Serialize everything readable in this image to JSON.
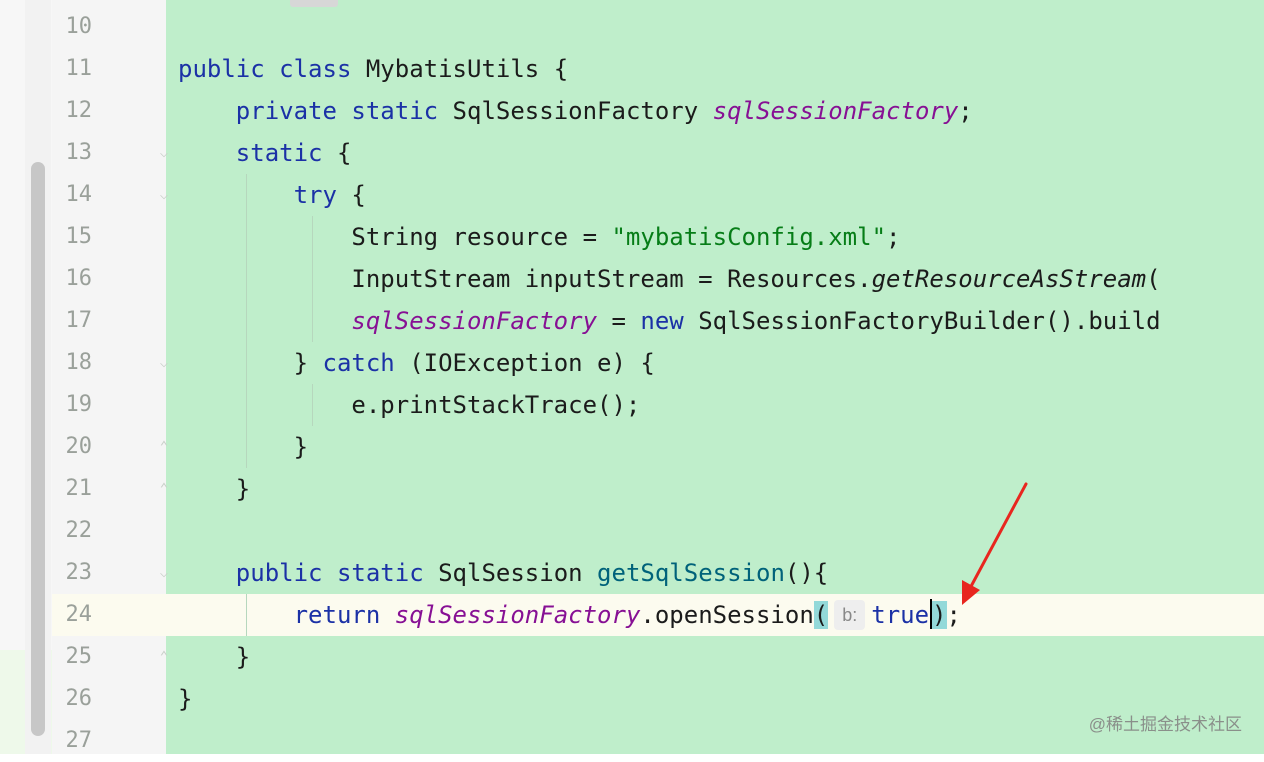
{
  "editor": {
    "lines": [
      {
        "num": "10",
        "code": [
          ""
        ]
      },
      {
        "num": "11",
        "code": [
          "public class MybatisUtils {"
        ]
      },
      {
        "num": "12",
        "code": [
          "    private static SqlSessionFactory sqlSessionFactory;"
        ]
      },
      {
        "num": "13",
        "code": [
          "    static {"
        ]
      },
      {
        "num": "14",
        "code": [
          "        try {"
        ]
      },
      {
        "num": "15",
        "code": [
          "            String resource = \"mybatisConfig.xml\";"
        ]
      },
      {
        "num": "16",
        "code": [
          "            InputStream inputStream = Resources.getResourceAsStream("
        ]
      },
      {
        "num": "17",
        "code": [
          "            sqlSessionFactory = new SqlSessionFactoryBuilder().build"
        ]
      },
      {
        "num": "18",
        "code": [
          "        } catch (IOException e) {"
        ]
      },
      {
        "num": "19",
        "code": [
          "            e.printStackTrace();"
        ]
      },
      {
        "num": "20",
        "code": [
          "        }"
        ]
      },
      {
        "num": "21",
        "code": [
          "    }"
        ]
      },
      {
        "num": "22",
        "code": [
          ""
        ]
      },
      {
        "num": "23",
        "code": [
          "    public static SqlSession getSqlSession(){"
        ]
      },
      {
        "num": "24",
        "code": [
          "        return sqlSessionFactory.openSession( b: true);"
        ]
      },
      {
        "num": "25",
        "code": [
          "    }"
        ]
      },
      {
        "num": "26",
        "code": [
          "}"
        ]
      },
      {
        "num": "27",
        "code": [
          ""
        ]
      }
    ],
    "tokens": {
      "l11_kw1": "public",
      "l11_kw2": "class",
      "l11_rest": " MybatisUtils {",
      "l12_kw1": "private",
      "l12_kw2": "static",
      "l12_type": " SqlSessionFactory ",
      "l12_fld": "sqlSessionFactory",
      "l12_end": ";",
      "l13_kw": "static",
      "l13_end": " {",
      "l14_kw": "try",
      "l14_end": " {",
      "l15_a": "String resource = ",
      "l15_str": "\"mybatisConfig.xml\"",
      "l15_end": ";",
      "l16_a": "InputStream inputStream = Resources.",
      "l16_call": "getResourceAsStream",
      "l16_end": "(",
      "l17_fld": "sqlSessionFactory",
      "l17_a": " = ",
      "l17_kw": "new",
      "l17_end": " SqlSessionFactoryBuilder().build",
      "l18_a": "} ",
      "l18_kw": "catch",
      "l18_end": " (IOException e) {",
      "l19": "e.printStackTrace();",
      "l20": "}",
      "l21": "}",
      "l23_kw1": "public",
      "l23_kw2": "static",
      "l23_type": " SqlSession ",
      "l23_mtd": "getSqlSession",
      "l23_end": "(){",
      "l24_kw": "return",
      "l24_fld": "sqlSessionFactory",
      "l24_call": ".openSession",
      "l24_open": "(",
      "l24_hint": "b:",
      "l24_true": "true",
      "l24_close": ")",
      "l24_end": ";",
      "l25": "}",
      "l26": "}"
    }
  },
  "colors": {
    "keyword": "#1b31a6",
    "field": "#871094",
    "string": "#067d17",
    "method": "#00627a",
    "code_background": "#bfeecb",
    "arrow": "#e8261f"
  },
  "watermark": "@稀土掘金技术社区"
}
